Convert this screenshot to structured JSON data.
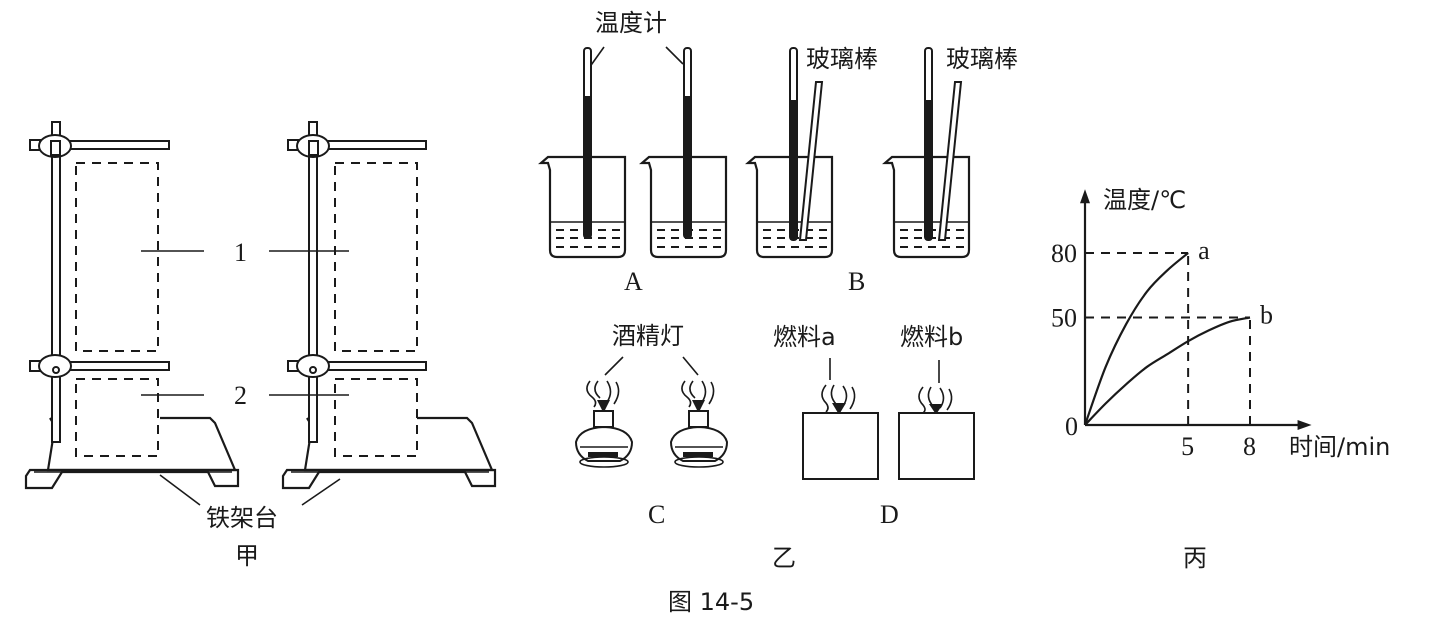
{
  "figure": {
    "caption": "图 14-5",
    "panels": {
      "jia": {
        "title": "甲",
        "stand_label": "铁架台",
        "marker_1": "1",
        "marker_2": "2"
      },
      "yi": {
        "title": "乙",
        "thermometer_label": "温度计",
        "glass_rod_label_left": "玻璃棒",
        "glass_rod_label_right": "玻璃棒",
        "alcohol_lamp_label": "酒精灯",
        "fuel_a_label": "燃料a",
        "fuel_b_label": "燃料b",
        "option_A": "A",
        "option_B": "B",
        "option_C": "C",
        "option_D": "D"
      },
      "bing": {
        "title": "丙"
      }
    }
  },
  "chart_data": {
    "type": "line",
    "title": "",
    "xlabel": "时间/min",
    "ylabel": "温度/℃",
    "xlim": [
      0,
      10.5
    ],
    "ylim": [
      0,
      105
    ],
    "x_ticks": [
      {
        "value": 0,
        "label": "0"
      },
      {
        "value": 5,
        "label": "5"
      },
      {
        "value": 8,
        "label": "8"
      }
    ],
    "y_ticks": [
      {
        "value": 80,
        "label": "80"
      },
      {
        "value": 50,
        "label": "50"
      }
    ],
    "origin_label": "0",
    "grid": false,
    "reference_lines": [
      {
        "type": "h",
        "y": 80,
        "x_end": 5
      },
      {
        "type": "v",
        "x": 5,
        "y_end": 80
      },
      {
        "type": "h",
        "y": 50,
        "x_end": 8
      },
      {
        "type": "v",
        "x": 8,
        "y_end": 50
      }
    ],
    "series": [
      {
        "name": "a",
        "end_label": "a",
        "x": [
          0,
          1,
          2,
          3,
          4,
          5
        ],
        "values": [
          0,
          27,
          47,
          62,
          72,
          80
        ]
      },
      {
        "name": "b",
        "end_label": "b",
        "x": [
          0,
          1,
          2,
          3,
          4,
          5,
          6,
          7,
          8
        ],
        "values": [
          0,
          10,
          19,
          27,
          33,
          39,
          44,
          48,
          50
        ]
      }
    ]
  }
}
